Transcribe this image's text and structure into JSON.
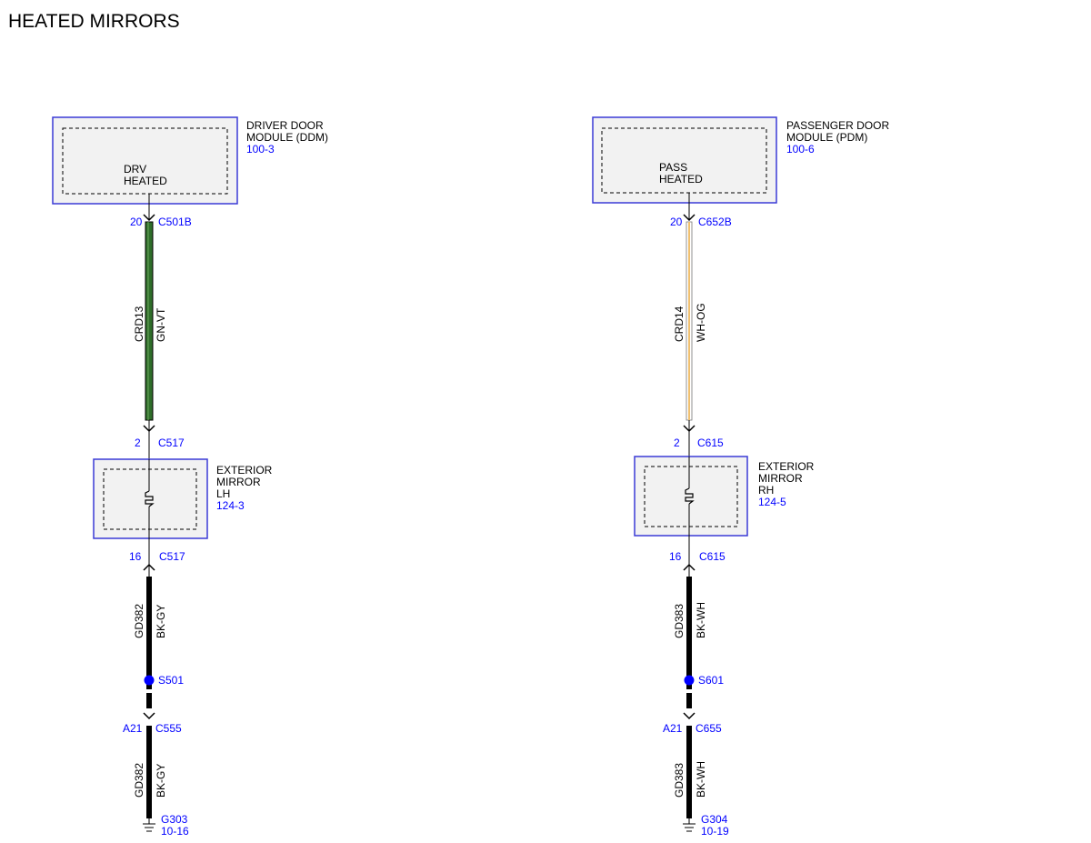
{
  "title": "HEATED MIRRORS",
  "colors": {
    "module_border": "#3a3ad6",
    "module_fill": "#f2f2f2",
    "reference_text": "#0000ff",
    "splice_dot": "#0000ff",
    "wire_gn_vt": "#2f6e2a",
    "wire_wh_og": "#f0c070",
    "wire_bk": "#000000"
  },
  "left": {
    "module": {
      "line1": "DRIVER DOOR",
      "line2": "MODULE (DDM)",
      "ref": "100-3",
      "inner1": "DRV",
      "inner2": "HEATED"
    },
    "conn_top": {
      "pin": "20",
      "id": "C501B"
    },
    "wire1": {
      "circuit": "CRD13",
      "color": "GN-VT"
    },
    "conn_mid": {
      "pin": "2",
      "id": "C517"
    },
    "mirror": {
      "line1": "EXTERIOR",
      "line2": "MIRROR",
      "line3": "LH",
      "ref": "124-3"
    },
    "conn_low": {
      "pin": "16",
      "id": "C517"
    },
    "wire2": {
      "circuit": "GD382",
      "color": "BK-GY"
    },
    "splice": "S501",
    "conn_bot": {
      "pin": "A21",
      "id": "C555"
    },
    "wire3": {
      "circuit": "GD382",
      "color": "BK-GY"
    },
    "ground": {
      "id": "G303",
      "ref": "10-16"
    }
  },
  "right": {
    "module": {
      "line1": "PASSENGER DOOR",
      "line2": "MODULE (PDM)",
      "ref": "100-6",
      "inner1": "PASS",
      "inner2": "HEATED"
    },
    "conn_top": {
      "pin": "20",
      "id": "C652B"
    },
    "wire1": {
      "circuit": "CRD14",
      "color": "WH-OG"
    },
    "conn_mid": {
      "pin": "2",
      "id": "C615"
    },
    "mirror": {
      "line1": "EXTERIOR",
      "line2": "MIRROR",
      "line3": "RH",
      "ref": "124-5"
    },
    "conn_low": {
      "pin": "16",
      "id": "C615"
    },
    "wire2": {
      "circuit": "GD383",
      "color": "BK-WH"
    },
    "splice": "S601",
    "conn_bot": {
      "pin": "A21",
      "id": "C655"
    },
    "wire3": {
      "circuit": "GD383",
      "color": "BK-WH"
    },
    "ground": {
      "id": "G304",
      "ref": "10-19"
    }
  }
}
